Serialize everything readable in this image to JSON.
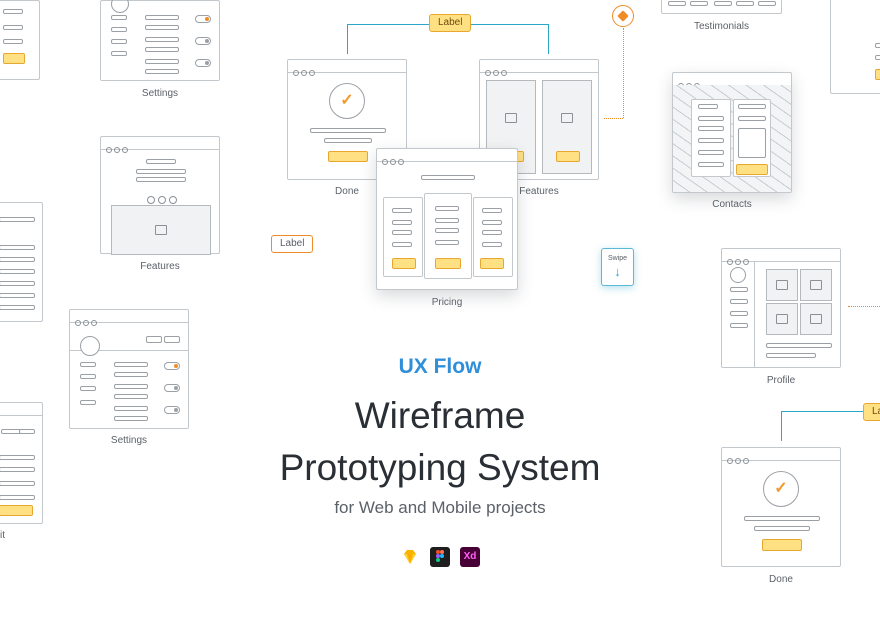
{
  "hero": {
    "brand": "UX Flow",
    "title_line1": "Wireframe",
    "title_line2": "Prototyping System",
    "subtitle": "for Web and Mobile projects"
  },
  "tools": [
    {
      "name": "sketch-icon",
      "label": "",
      "color": "#f7b500"
    },
    {
      "name": "figma-icon",
      "label": "",
      "color": "#1e1e1e"
    },
    {
      "name": "xd-icon",
      "label": "Xd",
      "color": "#470137"
    }
  ],
  "captions": {
    "settings_top": "Settings",
    "done": "Done",
    "features_center": "Features",
    "testimonials": "Testimonials",
    "contacts": "Contacts",
    "features_left": "Features",
    "pricing": "Pricing",
    "profile": "Profile",
    "settings_bottom": "Settings",
    "done_bottom": "Done",
    "left_cut": "it"
  },
  "tags": {
    "label_top": "Label",
    "label_left": "Label",
    "label_right": "La",
    "swipe": "Swipe"
  },
  "colors": {
    "flow_line": "#2aa6c8",
    "accent_orange": "#f08c28",
    "button_fill": "#ffe082",
    "brand_blue": "#2f8fd8"
  }
}
